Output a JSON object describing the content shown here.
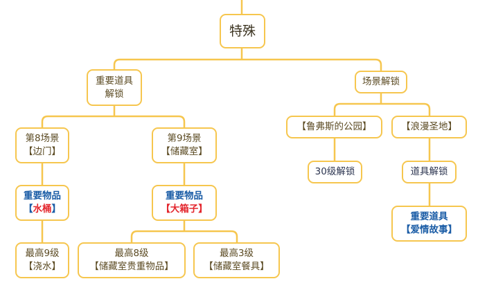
{
  "colors": {
    "border": "#f6c64e",
    "text": "#5b4a22",
    "blue": "#1a5ca6",
    "red": "#e3262d"
  },
  "root": {
    "label": "特殊"
  },
  "left": {
    "label_l1": "重要道具",
    "label_l2": "解锁",
    "scene8": {
      "l1": "第8场景",
      "l2": "【边门】",
      "item_l1": "重要物品",
      "item_name": "水桶",
      "leaf_l1": "最高9级",
      "leaf_l2": "【浇水】"
    },
    "scene9": {
      "l1": "第9场景",
      "l2": "【储藏室】",
      "item_l1": "重要物品",
      "item_name": "大箱子",
      "leaf_a_l1": "最高8级",
      "leaf_a_l2": "【储藏室贵重物品】",
      "leaf_b_l1": "最高3级",
      "leaf_b_l2": "【储藏室餐具】"
    }
  },
  "right": {
    "label": "场景解锁",
    "park": {
      "label": "【鲁弗斯的公园】",
      "child": "30级解锁"
    },
    "romance": {
      "label": "【浪漫圣地】",
      "child": "道具解锁",
      "item_l1": "重要道具",
      "item_l2": "【爱情故事】"
    }
  },
  "brackets": {
    "open": "【",
    "close": "】"
  }
}
